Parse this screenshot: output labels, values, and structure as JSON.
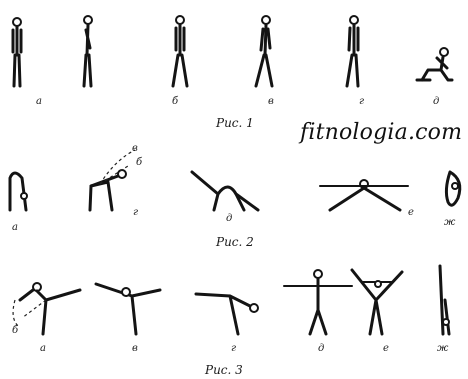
{
  "brand": "fitnologia.com",
  "figures": [
    {
      "caption": "Рис. 1",
      "labels": [
        "а",
        "б",
        "в",
        "г",
        "д"
      ]
    },
    {
      "caption": "Рис. 2",
      "labels": [
        "а",
        "б",
        "в",
        "г",
        "д",
        "е",
        "ж"
      ]
    },
    {
      "caption": "Рис. 3",
      "labels": [
        "а",
        "б",
        "в",
        "г",
        "д",
        "е",
        "ж"
      ]
    }
  ]
}
